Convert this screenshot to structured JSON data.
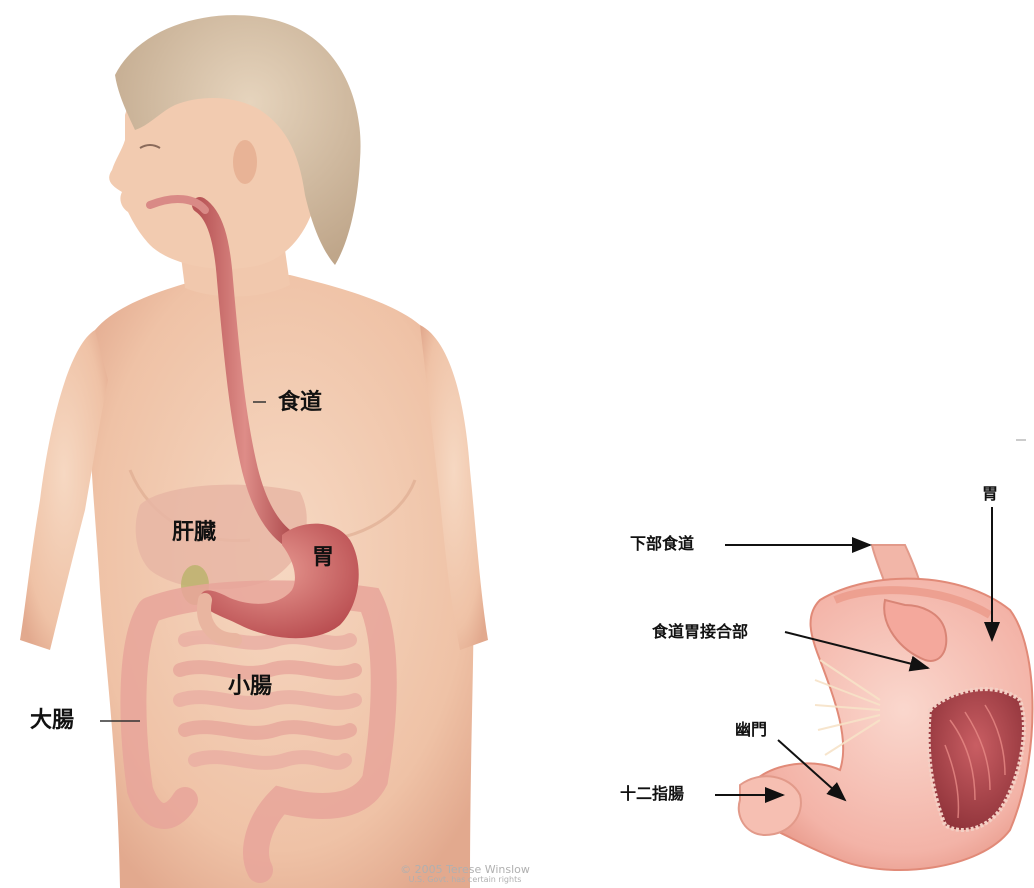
{
  "left_figure": {
    "labels": {
      "esophagus": "食道",
      "liver": "肝臓",
      "stomach": "胃",
      "small_intestine": "小腸",
      "large_intestine": "大腸"
    },
    "credit_line1": "© 2005 Terese Winslow",
    "credit_line2": "U.S. Govt. has certain rights"
  },
  "right_figure": {
    "labels": {
      "stomach": "胃",
      "lower_esophagus": "下部食道",
      "ge_junction": "食道胃接合部",
      "pylorus": "幽門",
      "duodenum": "十二指腸"
    }
  },
  "colors": {
    "skin": "#f3cdb3",
    "skin_shadow": "#e3ad92",
    "hair": "#d8c3a8",
    "esophagus": "#c66a6a",
    "stomach": "#c95f60",
    "intestine": "#e7a59a",
    "liver": "#e5b1a0",
    "stomach_outer": "#efa59a",
    "stomach_inner": "#a73f45"
  }
}
